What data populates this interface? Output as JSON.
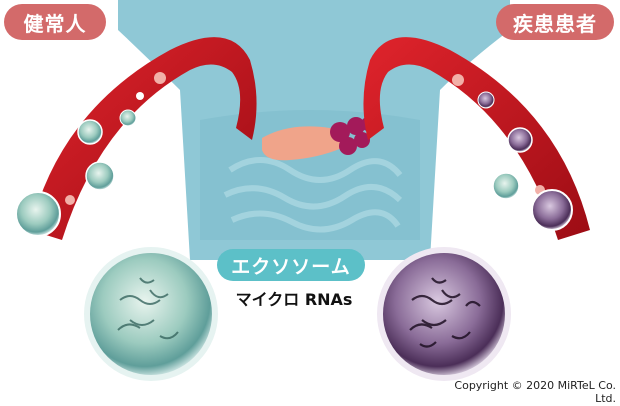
{
  "labels": {
    "healthy": "健常人",
    "patient": "疾患患者",
    "exosome": "エクソソーム",
    "microrna": "マイクロ RNAs"
  },
  "footer": {
    "copyright": "Copyright © 2020 MiRTeL Co. Ltd."
  },
  "colors": {
    "label_red": "#d36a6a",
    "exosome_teal": "#5cc0c8",
    "vessel_red": "#c4141e",
    "body_blue": "#8fc8d6",
    "healthy_exosome": "#7fb8b0",
    "patient_exosome": "#5e3c68"
  }
}
